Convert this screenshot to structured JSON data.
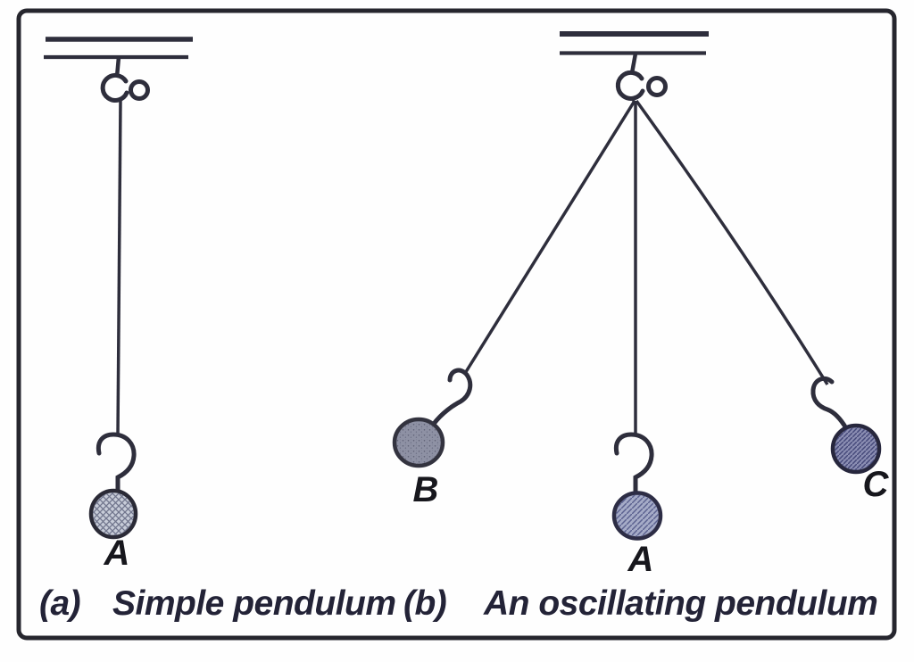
{
  "figure": {
    "paper_color": "#fefefe",
    "ink_color": "#2e2e3c",
    "frame_color": "#26262e",
    "label_color": "#17171d",
    "caption_color": "#232337",
    "panel_a": {
      "caption_tag": "(a)",
      "caption_text": "Simple pendulum",
      "bob": {
        "label": "A",
        "fill": "#c7ccd8",
        "outline": "#2a2a36"
      }
    },
    "panel_b": {
      "caption_tag": "(b)",
      "caption_text": "An oscillating pendulum",
      "bobs": [
        {
          "position": "left-extreme",
          "label": "B",
          "fill": "#8e91a4",
          "outline": "#33333f"
        },
        {
          "position": "center-rest",
          "label": "A",
          "fill": "#a5abc7",
          "outline": "#2d2d45"
        },
        {
          "position": "right-extreme",
          "label": "C",
          "fill": "#8a8db2",
          "outline": "#27273d"
        }
      ]
    }
  }
}
